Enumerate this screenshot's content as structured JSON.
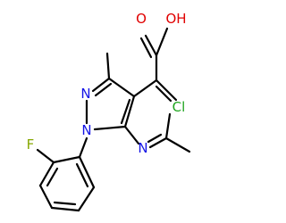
{
  "molecule": {
    "atoms": {
      "hydroxyl": {
        "text": "OH",
        "color": "#e00000"
      },
      "carbonyl_oxygen": {
        "text": "O",
        "color": "#e00000"
      },
      "chlorine": {
        "text": "Cl",
        "color": "#1fa51f"
      },
      "fluorine": {
        "text": "F",
        "color": "#86a700"
      },
      "pyrazole_n2": {
        "text": "N",
        "color": "#1414e6"
      },
      "pyrazole_n1": {
        "text": "N",
        "color": "#1414e6"
      },
      "pyridine_n": {
        "text": "N",
        "color": "#1414e6"
      }
    }
  }
}
